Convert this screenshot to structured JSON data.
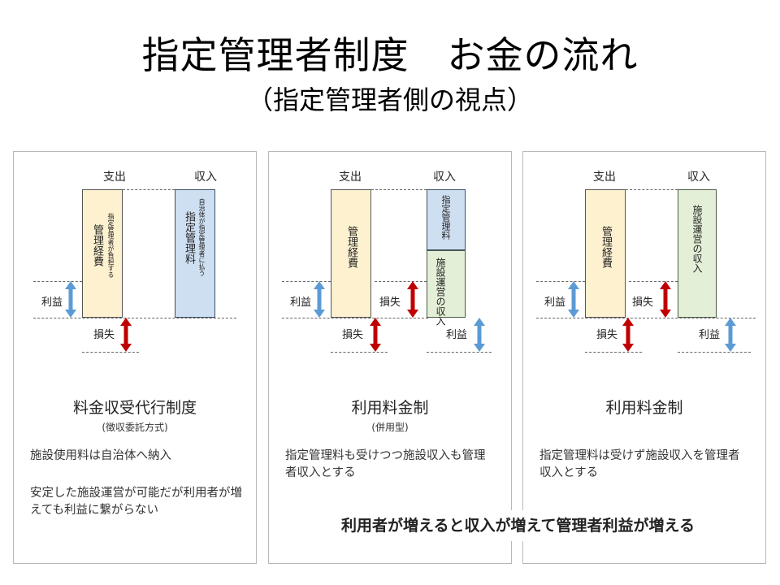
{
  "title": "指定管理者制度　お金の流れ",
  "subtitle": "（指定管理者側の視点）",
  "labels": {
    "expense": "支出",
    "income": "収入",
    "profit": "利益",
    "loss": "損失"
  },
  "colors": {
    "profit_arrow": "#5b9bd5",
    "loss_arrow": "#c00000",
    "expense_box": "#fdf1cf",
    "fee_box": "#cfdff2",
    "facility_box": "#e3efd6"
  },
  "panels": [
    {
      "expense_sub": "指定管理者が負担する",
      "expense_main": "管理経費",
      "income_box_sub": "自治体が指定管理者に払う",
      "income_box_main": "指定管理料",
      "title": "料金収受代行制度",
      "sub": "(徴収委託方式)",
      "text1": "施設使用料は自治体へ納入",
      "text2": "安定した施設運営が可能だが利用者が増えても利益に繋がらない"
    },
    {
      "expense_main": "管理経費",
      "income_top": "指定管理料",
      "income_bottom": "施設運営の収入",
      "title": "利用料金制",
      "sub": "(併用型)",
      "text1": "指定管理料も受けつつ施設収入も管理者収入とする"
    },
    {
      "expense_main": "管理経費",
      "income_box": "施設運営の収入",
      "title": "利用料金制",
      "text1": "指定管理料は受けず施設収入を管理者収入とする"
    }
  ],
  "banner": "利用者が増えると収入が増えて管理者利益が増える"
}
